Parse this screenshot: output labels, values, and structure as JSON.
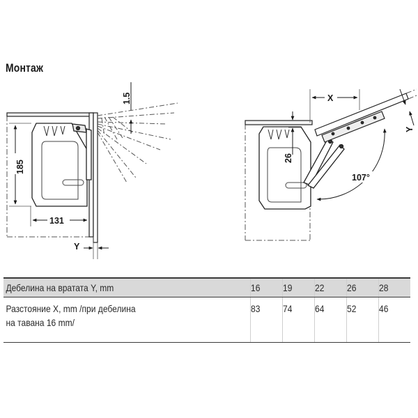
{
  "heading": "Монтаж",
  "left_diagram": {
    "dim_gap": "1.5",
    "dim_height": "185",
    "dim_depth": "131",
    "dim_door": "Y"
  },
  "right_diagram": {
    "dim_x": "X",
    "dim_y": "Y",
    "dim_offset": "26",
    "angle": "107°"
  },
  "table": {
    "row1_label": "Дебелина на вратата Y, mm",
    "row1_values": [
      "16",
      "19",
      "22",
      "26",
      "28"
    ],
    "row2_label_line1": "Разстояние X, mm /при дебелина",
    "row2_label_line2": "на тавана 16 mm/",
    "row2_values": [
      "83",
      "74",
      "64",
      "52",
      "46"
    ]
  }
}
